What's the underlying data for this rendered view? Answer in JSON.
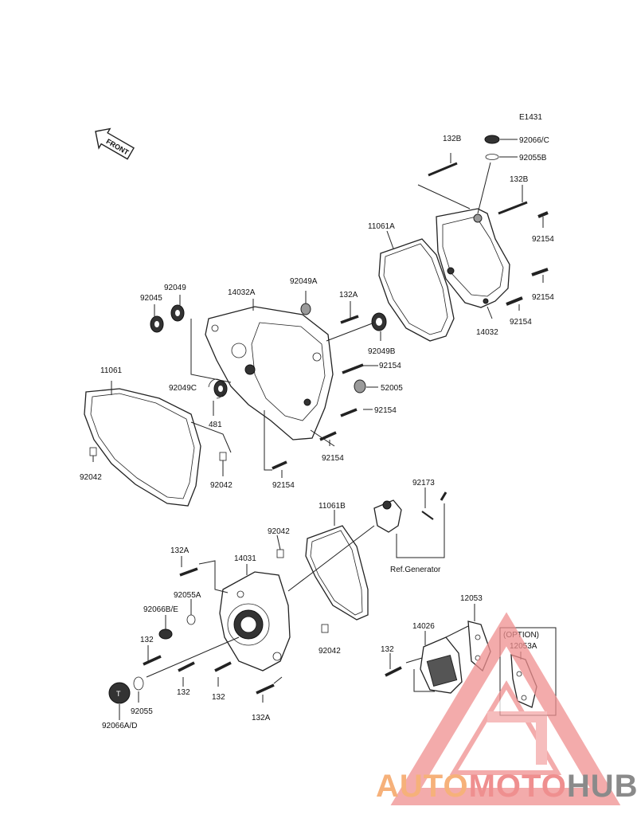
{
  "diagram": {
    "code": "E1431",
    "front_label": "FRONT",
    "labels": [
      {
        "id": "l-92066c",
        "text": "92066/C"
      },
      {
        "id": "l-92055b",
        "text": "92055B"
      },
      {
        "id": "l-132b-1",
        "text": "132B"
      },
      {
        "id": "l-132b-2",
        "text": "132B"
      },
      {
        "id": "l-11061a",
        "text": "11061A"
      },
      {
        "id": "l-92154-a",
        "text": "92154"
      },
      {
        "id": "l-92154-b",
        "text": "92154"
      },
      {
        "id": "l-92154-c",
        "text": "92154"
      },
      {
        "id": "l-14032",
        "text": "14032"
      },
      {
        "id": "l-92049",
        "text": "92049"
      },
      {
        "id": "l-92045",
        "text": "92045"
      },
      {
        "id": "l-14032a",
        "text": "14032A"
      },
      {
        "id": "l-92049a",
        "text": "92049A"
      },
      {
        "id": "l-132a-1",
        "text": "132A"
      },
      {
        "id": "l-92049b",
        "text": "92049B"
      },
      {
        "id": "l-92154-d",
        "text": "92154"
      },
      {
        "id": "l-11061",
        "text": "11061"
      },
      {
        "id": "l-92049c",
        "text": "92049C"
      },
      {
        "id": "l-52005",
        "text": "52005"
      },
      {
        "id": "l-92154-e",
        "text": "92154"
      },
      {
        "id": "l-481",
        "text": "481"
      },
      {
        "id": "l-92154-f",
        "text": "92154"
      },
      {
        "id": "l-92042-a",
        "text": "92042"
      },
      {
        "id": "l-92042-b",
        "text": "92042"
      },
      {
        "id": "l-92154-g",
        "text": "92154"
      },
      {
        "id": "l-92173",
        "text": "92173"
      },
      {
        "id": "l-11061b",
        "text": "11061B"
      },
      {
        "id": "l-92042-c",
        "text": "92042"
      },
      {
        "id": "l-132a-2",
        "text": "132A"
      },
      {
        "id": "l-14031",
        "text": "14031"
      },
      {
        "id": "l-ref-gen",
        "text": "Ref.Generator"
      },
      {
        "id": "l-92055a",
        "text": "92055A"
      },
      {
        "id": "l-92066be",
        "text": "92066B/E"
      },
      {
        "id": "l-12053",
        "text": "12053"
      },
      {
        "id": "l-14026",
        "text": "14026"
      },
      {
        "id": "l-option",
        "text": "(OPTION)"
      },
      {
        "id": "l-12053a",
        "text": "12053A"
      },
      {
        "id": "l-132-1",
        "text": "132"
      },
      {
        "id": "l-92042-d",
        "text": "92042"
      },
      {
        "id": "l-132-2",
        "text": "132"
      },
      {
        "id": "l-132-3",
        "text": "132"
      },
      {
        "id": "l-132-4",
        "text": "132"
      },
      {
        "id": "l-92055",
        "text": "92055"
      },
      {
        "id": "l-92066ad",
        "text": "92066A/D"
      },
      {
        "id": "l-132a-3",
        "text": "132A"
      }
    ]
  },
  "watermark": {
    "part1": "AUTO",
    "part2": "MOTO",
    "part3": "HUB",
    "color1": "#f6b17a",
    "color2": "#ef8f8f",
    "color3": "#8a8a8a"
  }
}
